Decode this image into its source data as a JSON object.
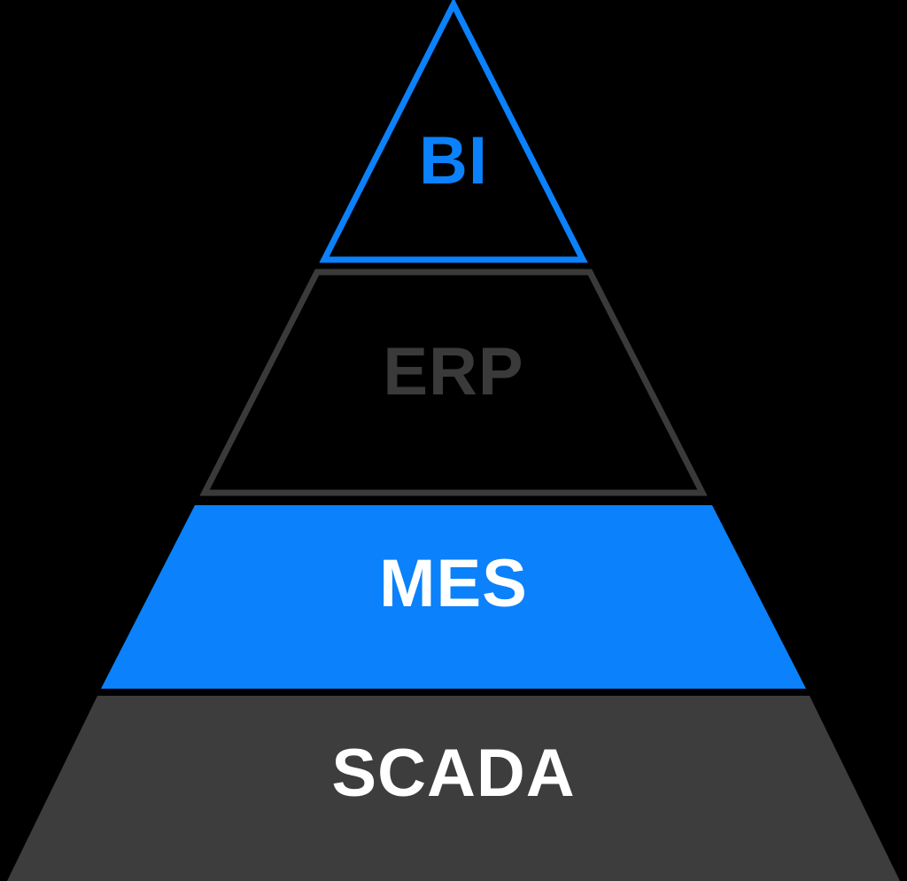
{
  "diagram": {
    "type": "pyramid",
    "description": "Industrial automation software hierarchy pyramid, four stacked levels from apex to base",
    "background_color": "#000000",
    "accent_blue": "#0b81fb",
    "accent_dark": "#3a3a3a",
    "levels": [
      {
        "label": "BI",
        "position": "top",
        "shape": "triangle",
        "style": "outline",
        "stroke": "#0b81fb",
        "fill": "none",
        "text_color": "#0b81fb"
      },
      {
        "label": "ERP",
        "position": "second",
        "shape": "trapezoid",
        "style": "outline",
        "stroke": "#3a3a3a",
        "fill": "none",
        "text_color": "#3a3a3a"
      },
      {
        "label": "MES",
        "position": "third",
        "shape": "trapezoid",
        "style": "filled",
        "stroke": "none",
        "fill": "#0b81fb",
        "text_color": "#ffffff"
      },
      {
        "label": "SCADA",
        "position": "bottom",
        "shape": "trapezoid",
        "style": "filled",
        "stroke": "none",
        "fill": "#3d3d3d",
        "text_color": "#ffffff"
      }
    ]
  }
}
